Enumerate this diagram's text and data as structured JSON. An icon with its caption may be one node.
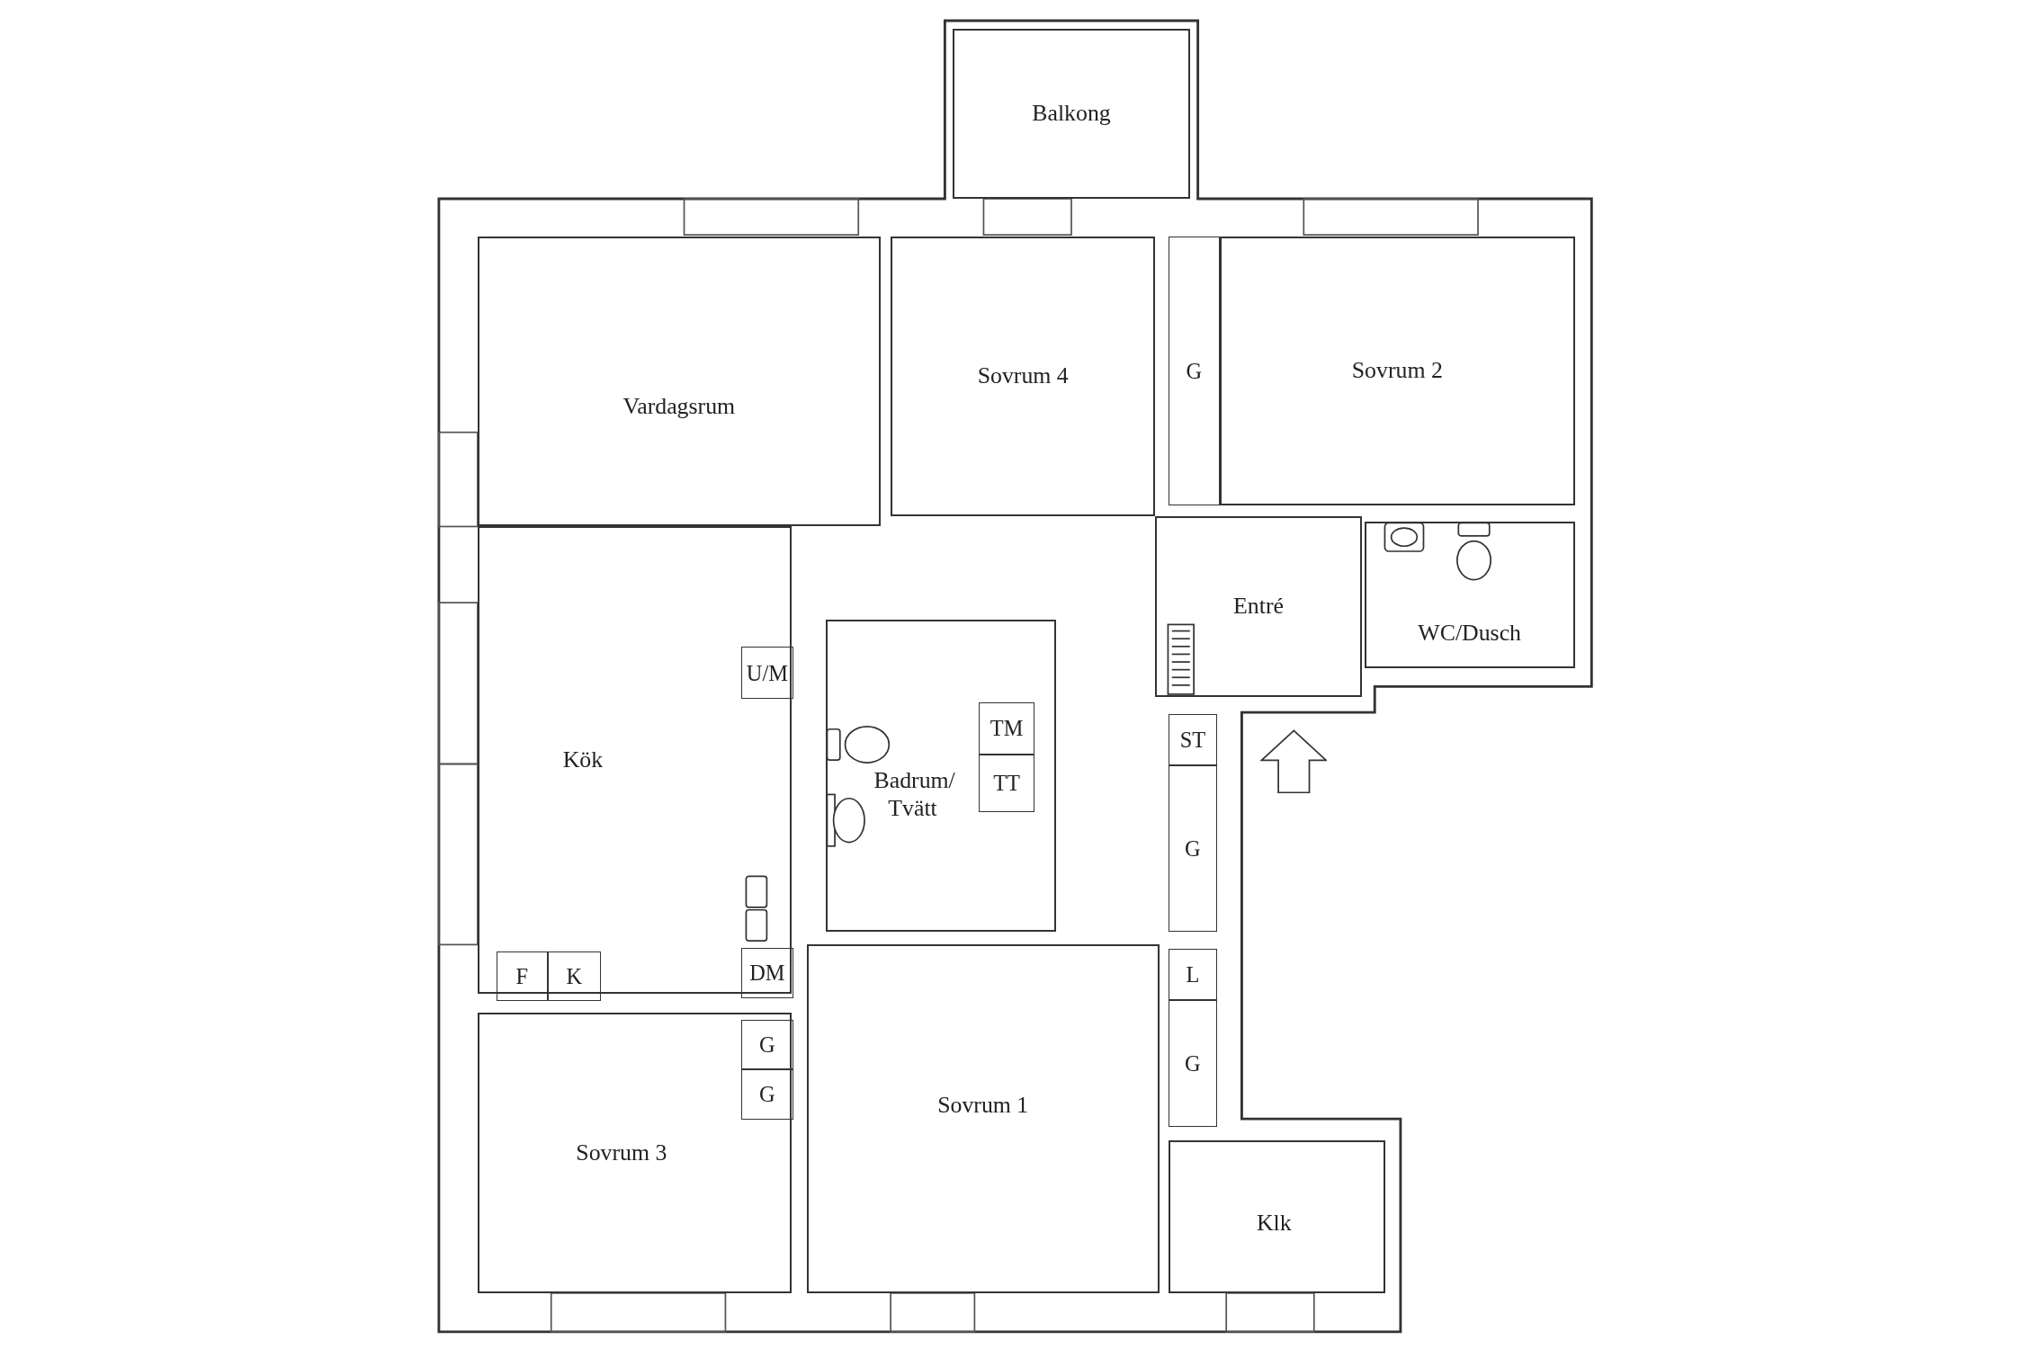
{
  "diagram": {
    "nodes": [
      {
        "text": [
          "Balkong"
        ]
      },
      {
        "text": [
          "Sovrum 4"
        ]
      },
      {
        "text": [
          "G"
        ]
      },
      {
        "text": [
          "Sovrum 2"
        ]
      },
      {
        "text": [
          "Vardagsrum"
        ]
      },
      {
        "text": [
          "Entré"
        ]
      },
      {
        "text": [
          "WC/Dusch"
        ]
      },
      {
        "text": [
          "Kök"
        ]
      },
      {
        "text": [
          "U/M"
        ],
        "in": 7
      },
      {
        "text": [
          "DM"
        ],
        "in": 7
      },
      {
        "text": [
          "F"
        ],
        "in": 7
      },
      {
        "text": [
          "K"
        ],
        "in": 7
      },
      {
        "text": [
          "Badrum/ Tvätt"
        ]
      },
      {
        "text": [
          "TM"
        ],
        "in": 12
      },
      {
        "text": [
          "TT"
        ],
        "in": 12
      },
      {
        "text": [
          "ST"
        ]
      },
      {
        "text": [
          "G"
        ]
      },
      {
        "text": [
          "L"
        ]
      },
      {
        "text": [
          "G"
        ]
      },
      {
        "text": [
          "Sovrum 3"
        ]
      },
      {
        "text": [
          "G"
        ],
        "in": 19
      },
      {
        "text": [
          "G"
        ],
        "in": 19
      },
      {
        "text": [
          "Sovrum 1"
        ]
      },
      {
        "text": [
          "Klk"
        ]
      }
    ]
  }
}
